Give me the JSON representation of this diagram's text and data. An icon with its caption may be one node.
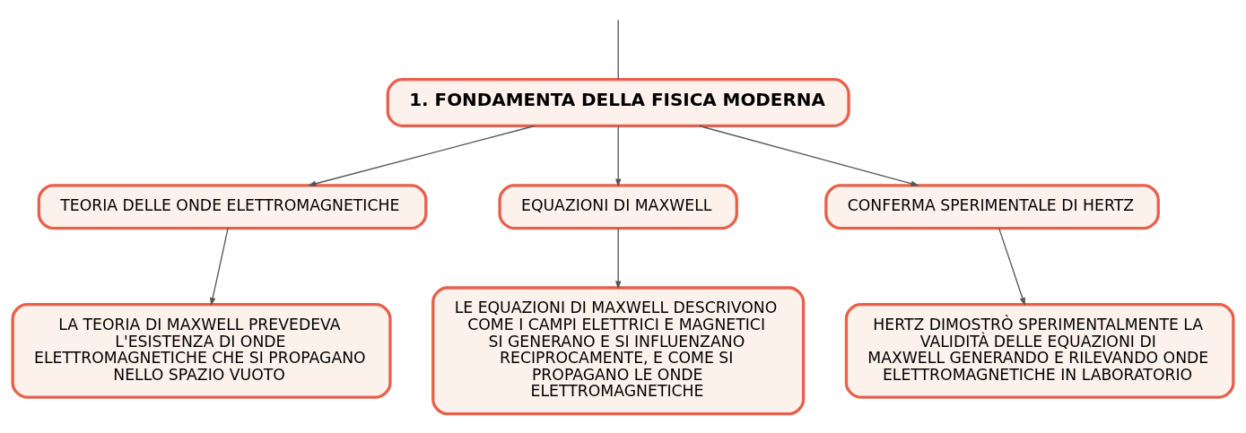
{
  "diagram": {
    "nodes": [
      {
        "text": [
          "1. FONDAMENTA DELLA FISICA MODERNA"
        ]
      },
      {
        "text": [
          "TEORIA DELLE ONDE ELETTROMAGNETICHE"
        ]
      },
      {
        "text": [
          "EQUAZIONI DI MAXWELL"
        ]
      },
      {
        "text": [
          "CONFERMA SPERIMENTALE DI HERTZ"
        ]
      },
      {
        "text": [
          "LA TEORIA DI MAXWELL PREVEDEVA L'ESISTENZA DI ONDE ELETTROMAGNETICHE CHE SI PROPAGANO NELLO SPAZIO VUOTO"
        ]
      },
      {
        "text": [
          "LE EQUAZIONI DI MAXWELL DESCRIVONO COME I CAMPI ELETTRICI E MAGNETICI SI GENERANO E SI INFLUENZANO RECIPROCAMENTE, E COME SI PROPAGANO LE ONDE ELETTROMAGNETICHE"
        ]
      },
      {
        "text": [
          "HERTZ DIMOSTRÒ SPERIMENTALMENTE LA VALIDITÀ DELLE EQUAZIONI DI MAXWELL GENERANDO E RILEVANDO ONDE ELETTROMAGNETICHE IN LABORATORIO"
        ]
      }
    ],
    "edges": [
      {
        "from": null,
        "to": 0,
        "arrow": "none"
      },
      {
        "from": 0,
        "to": 1,
        "arrow": "to"
      },
      {
        "from": 0,
        "to": 2,
        "arrow": "to"
      },
      {
        "from": 0,
        "to": 3,
        "arrow": "to"
      },
      {
        "from": 1,
        "to": 4,
        "arrow": "to"
      },
      {
        "from": 2,
        "to": 5,
        "arrow": "to"
      },
      {
        "from": 3,
        "to": 6,
        "arrow": "to"
      }
    ]
  }
}
